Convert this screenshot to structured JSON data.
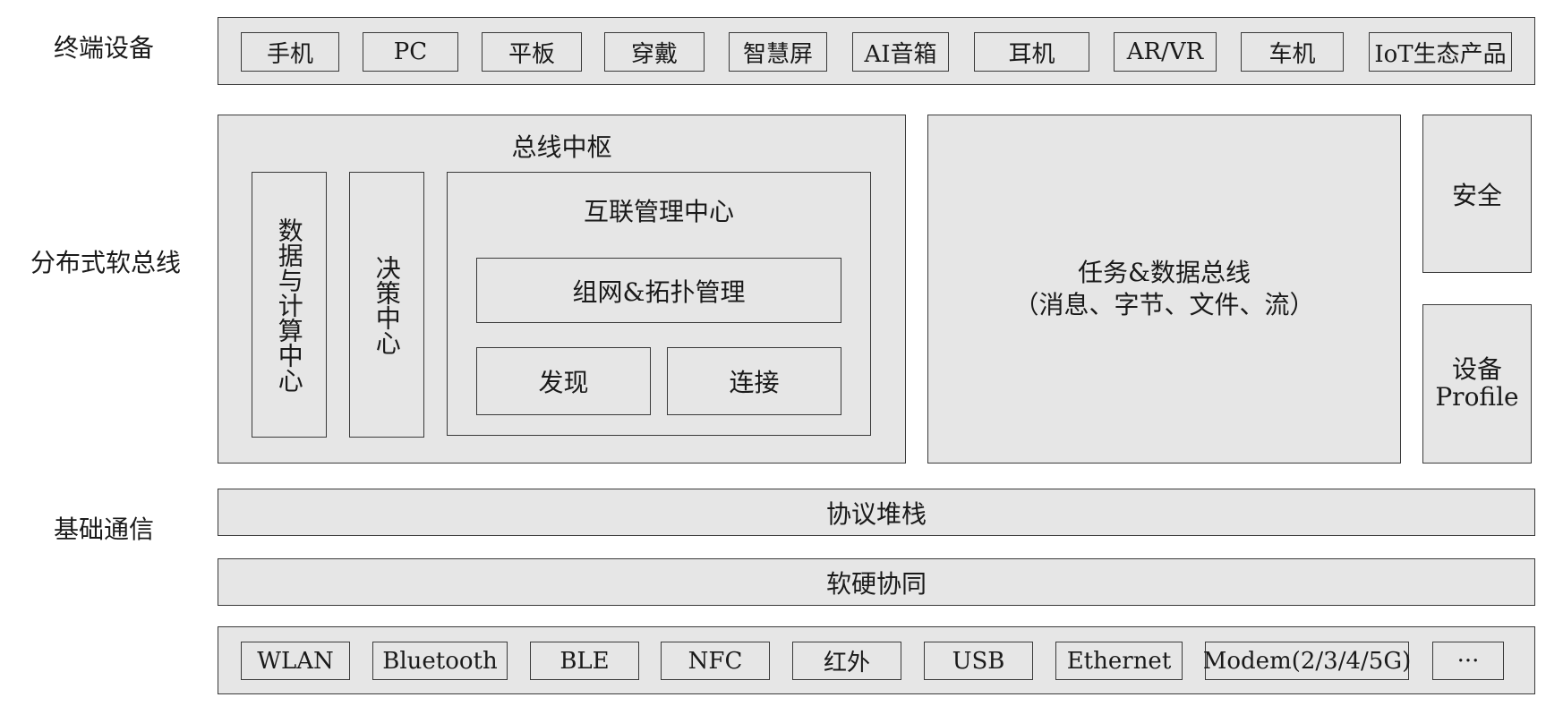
{
  "row_labels": {
    "terminal": "终端设备",
    "softbus": "分布式软总线",
    "basic_comm": "基础通信"
  },
  "devices": [
    "手机",
    "PC",
    "平板",
    "穿戴",
    "智慧屏",
    "AI音箱",
    "耳机",
    "AR/VR",
    "车机",
    "IoT生态产品"
  ],
  "bus_hub": {
    "title": "总线中枢",
    "data_compute": "数据与计算中心",
    "decision": "决策中心",
    "interconnect": {
      "title": "互联管理中心",
      "topology": "组网&拓扑管理",
      "discovery": "发现",
      "connection": "连接"
    }
  },
  "task_data_bus": {
    "line1": "任务&数据总线",
    "line2": "（消息、字节、文件、流）"
  },
  "security": "安全",
  "device_profile": {
    "line1": "设备",
    "line2": "Profile"
  },
  "protocol_stack": "协议堆栈",
  "hw_sw_coop": "软硬协同",
  "comm_tech": [
    "WLAN",
    "Bluetooth",
    "BLE",
    "NFC",
    "红外",
    "USB",
    "Ethernet",
    "Modem(2/3/4/5G)",
    "···"
  ]
}
